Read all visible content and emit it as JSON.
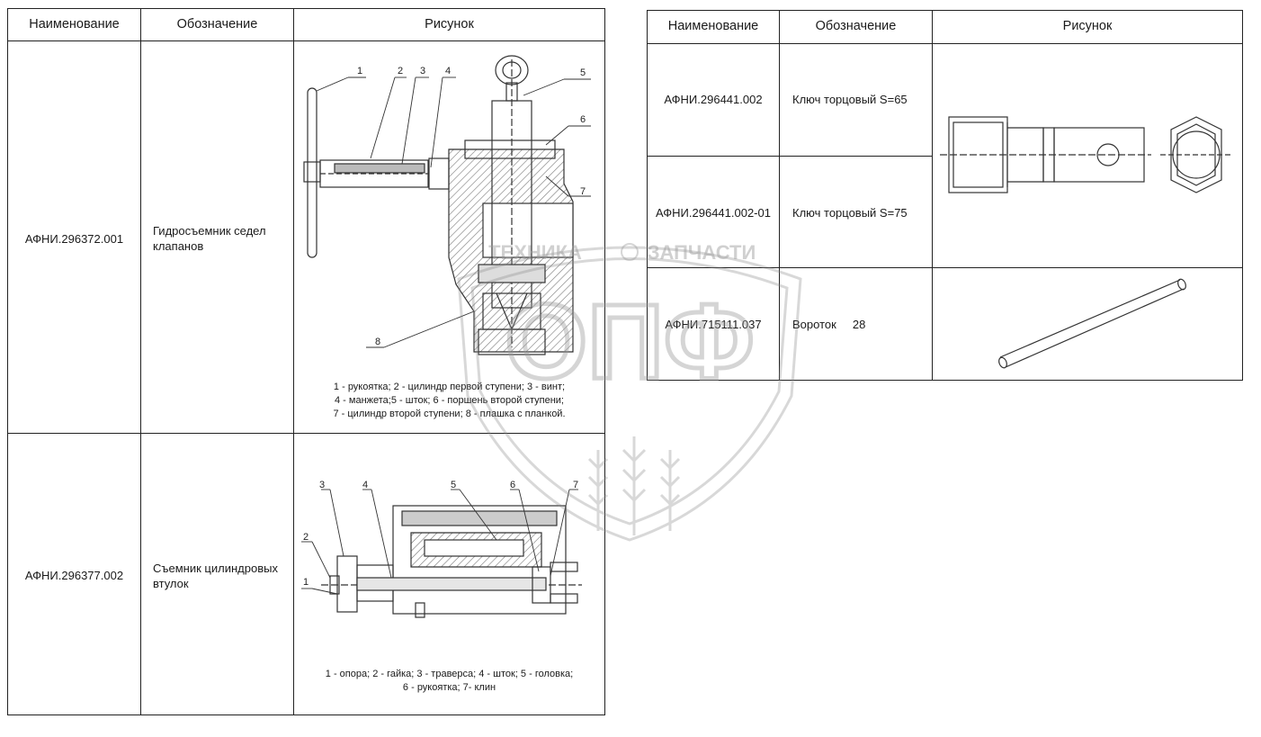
{
  "left_table": {
    "headers": [
      "Наименование",
      "Обозначение",
      "Рисунок"
    ],
    "rows": [
      {
        "designation": "АФНИ.296372.001",
        "name": "Гидросъемник седел клапанов",
        "caption": [
          "1 - рукоятка; 2 - цилиндр первой ступени; 3 - винт;",
          "4 - манжета;5 - шток;  6 - поршень второй ступени;",
          "7 - цилиндр второй ступени; 8 - плашка с планкой."
        ],
        "callouts": [
          "1",
          "2",
          "3",
          "4",
          "5",
          "6",
          "7",
          "8"
        ]
      },
      {
        "designation": "АФНИ.296377.002",
        "name": "Съемник цилиндровых втулок",
        "caption": [
          "1 - опора; 2 - гайка; 3 - траверса; 4 - шток; 5 - головка;",
          "6 - рукоятка;  7- клин"
        ],
        "callouts": [
          "1",
          "2",
          "3",
          "4",
          "5",
          "6",
          "7"
        ]
      }
    ]
  },
  "right_table": {
    "headers": [
      "Наименование",
      "Обозначение",
      "Рисунок"
    ],
    "rows": [
      {
        "designation": "АФНИ.296441.002",
        "name": "Ключ торцовый S=65"
      },
      {
        "designation": "АФНИ.296441.002-01",
        "name": "Ключ торцовый S=75"
      },
      {
        "designation": "АФНИ.715111.037",
        "name": "Вороток     28"
      }
    ]
  },
  "watermark": {
    "left": "ТЕХНИКА",
    "right": "ЗАПЧАСТИ",
    "big": "ОПФ"
  }
}
